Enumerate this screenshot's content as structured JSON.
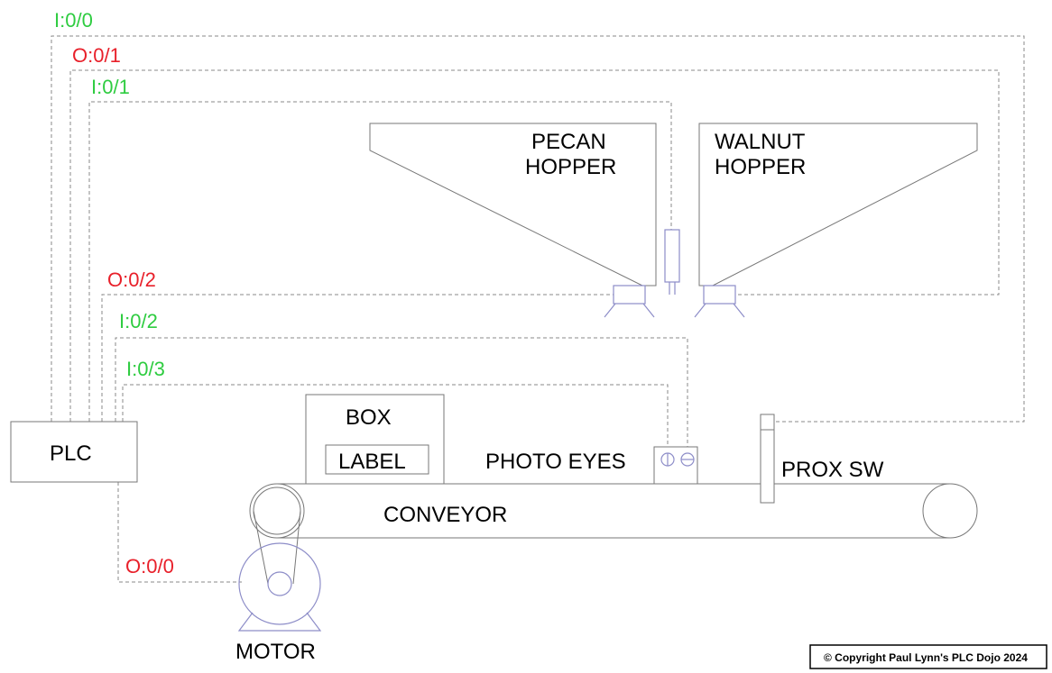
{
  "colors": {
    "input": "#2ecc40",
    "output": "#e8202a"
  },
  "io_tags": {
    "i00": "I:0/0",
    "o01": "O:0/1",
    "i01": "I:0/1",
    "o02": "O:0/2",
    "i02": "I:0/2",
    "i03": "I:0/3",
    "o00": "O:0/0"
  },
  "labels": {
    "pecan_1": "PECAN",
    "pecan_2": "HOPPER",
    "walnut_1": "WALNUT",
    "walnut_2": "HOPPER",
    "plc": "PLC",
    "box": "BOX",
    "label": "LABEL",
    "photo_eyes": "PHOTO EYES",
    "prox_sw": "PROX SW",
    "conveyor": "CONVEYOR",
    "motor": "MOTOR"
  },
  "copyright": "© Copyright Paul Lynn's PLC Dojo 2024"
}
